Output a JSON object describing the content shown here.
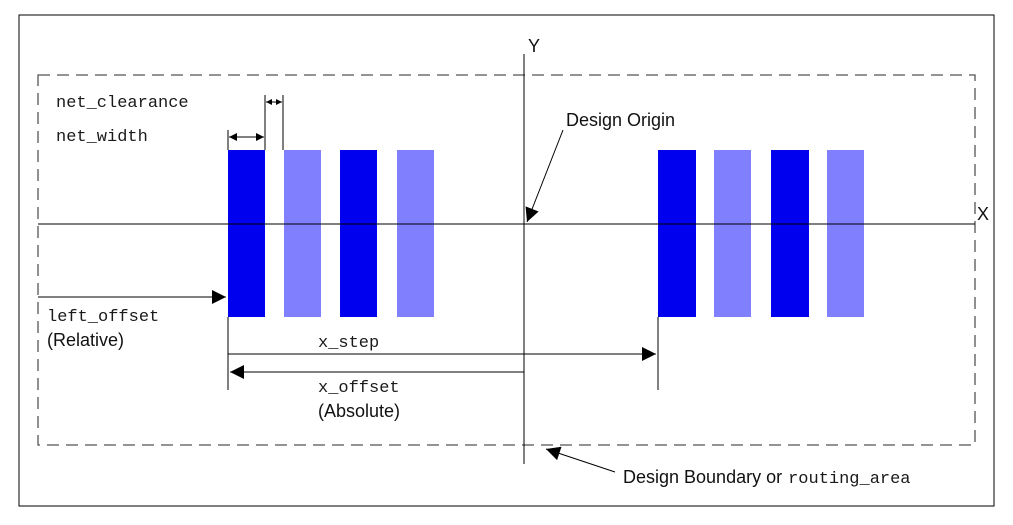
{
  "axes": {
    "x_label": "X",
    "y_label": "Y"
  },
  "labels": {
    "net_clearance": "net_clearance",
    "net_width": "net_width",
    "design_origin": "Design Origin",
    "left_offset": "left_offset",
    "relative": "(Relative)",
    "x_step": "x_step",
    "x_offset": "x_offset",
    "absolute": "(Absolute)",
    "boundary_prefix": "Design Boundary or",
    "routing_area": "routing_area"
  },
  "colors": {
    "dark_net": "#0000ee",
    "light_net": "#8080ff",
    "line": "#000000",
    "boundary": "#555555"
  }
}
